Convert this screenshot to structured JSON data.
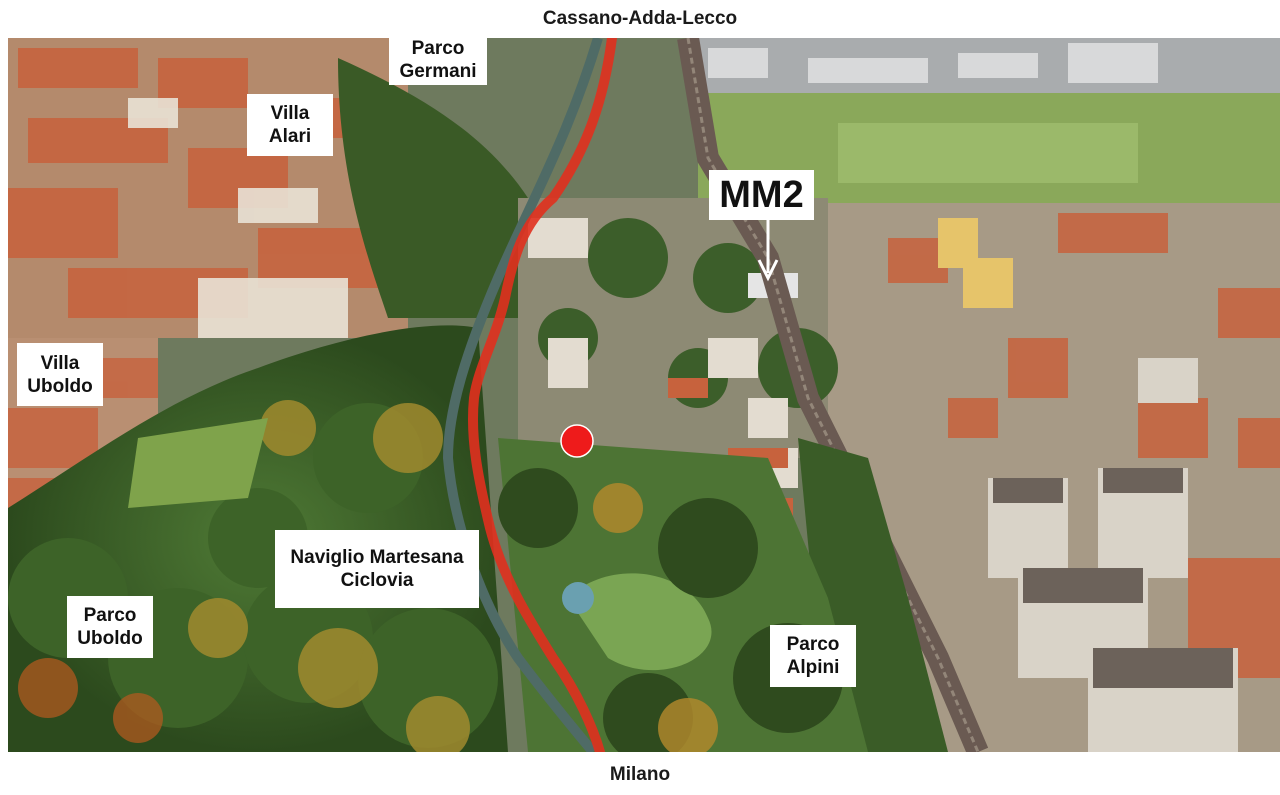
{
  "map": {
    "top_direction": "Cassano-Adda-Lecco",
    "bottom_direction": "Milano",
    "station": "MM2",
    "labels": {
      "parco_germani": [
        "Parco",
        "Germani"
      ],
      "villa_alari": [
        "Villa",
        "Alari"
      ],
      "villa_uboldo": [
        "Villa",
        "Uboldo"
      ],
      "naviglio": [
        "Naviglio Martesana",
        "Ciclovia"
      ],
      "parco_uboldo": [
        "Parco",
        "Uboldo"
      ],
      "parco_alpini": [
        "Parco",
        "Alpini"
      ]
    },
    "colors": {
      "route": "#e0301e",
      "marker": "#ee1b1b",
      "label_bg": "#ffffff"
    }
  }
}
